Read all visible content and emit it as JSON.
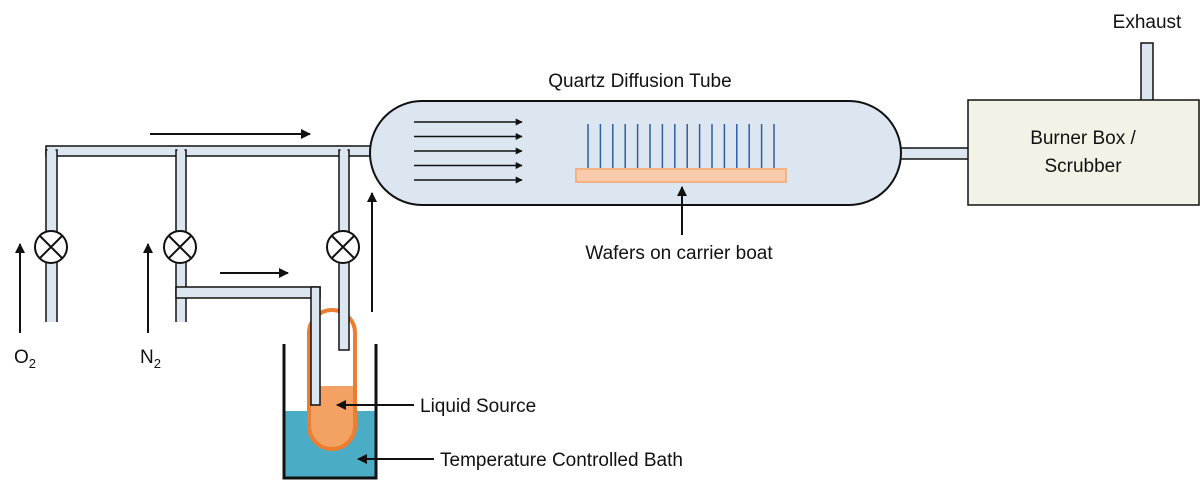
{
  "labels": {
    "exhaust": "Exhaust",
    "tube": "Quartz Diffusion Tube",
    "burner_line1": "Burner Box /",
    "burner_line2": "Scrubber",
    "wafers": "Wafers on carrier boat",
    "o2_main": "O",
    "o2_sub": "2",
    "n2_main": "N",
    "n2_sub": "2",
    "liquid": "Liquid Source",
    "bath": "Temperature Controlled Bath"
  },
  "colors": {
    "pipe_fill": "#dce6f1",
    "outline": "#111111",
    "burner_fill": "#f2f2e6",
    "boat_fill": "#f8cbad",
    "boat_stroke": "#f4b183",
    "wafer": "#2e5e9e",
    "liquid_fill": "#f4a264",
    "bubbler_stroke": "#ed7d31",
    "bath_water": "#4bacc6"
  },
  "wafer_count": 16,
  "gas_flow_arrow_count": 5
}
